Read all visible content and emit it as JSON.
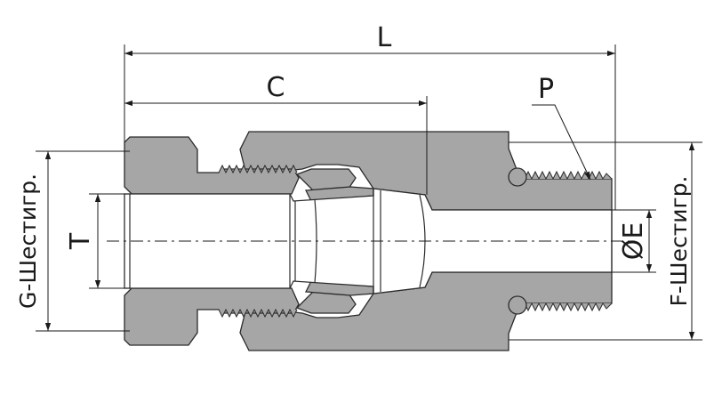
{
  "labels": {
    "L": "L",
    "C": "C",
    "P": "P",
    "T": "T",
    "E": "ØE",
    "G": "G-Шестигр.",
    "F": "F-Шестигр."
  },
  "colors": {
    "body": "#a6a6a6",
    "outline": "#2b2b2b",
    "bore": "#ffffff",
    "dimension": "#1a1a1a"
  }
}
